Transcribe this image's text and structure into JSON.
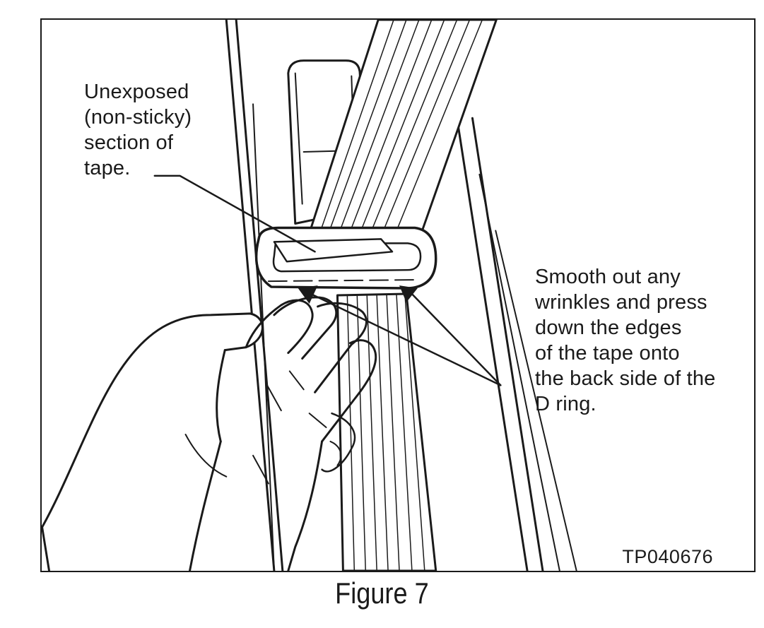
{
  "figure": {
    "caption": "Figure 7",
    "code": "TP040676",
    "callouts": {
      "tape_section": "Unexposed\n(non-sticky)\nsection of\ntape.",
      "smooth_instruction": "Smooth out any\nwrinkles and press\ndown the edges\nof the tape onto\nthe back side of the\nD ring."
    }
  },
  "colors": {
    "line": "#1a1a1a",
    "background": "#ffffff"
  }
}
